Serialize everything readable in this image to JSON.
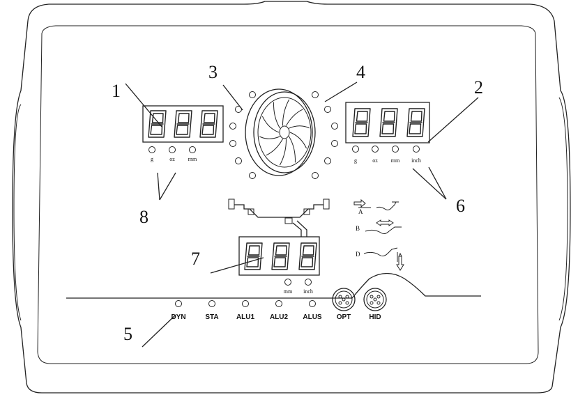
{
  "callouts": [
    "1",
    "2",
    "3",
    "4",
    "5",
    "6",
    "7",
    "8"
  ],
  "left_display": {
    "units": [
      "g",
      "oz",
      "mm"
    ]
  },
  "right_display": {
    "units": [
      "g",
      "oz",
      "mm",
      "inch"
    ]
  },
  "center_display": {
    "units": [
      "mm",
      "inch"
    ]
  },
  "modes": [
    "DYN",
    "STA",
    "ALU1",
    "ALU2",
    "ALUS"
  ],
  "connectors": [
    "OPT",
    "HID"
  ],
  "gauge_letters": [
    "A",
    "B",
    "D"
  ],
  "colors": {
    "line": "#222222",
    "background": "#ffffff"
  },
  "icons": [
    "wheel-icon",
    "arrow-right-icon",
    "arrow-left-right-icon",
    "arrow-up-down-icon",
    "connector-icon"
  ]
}
